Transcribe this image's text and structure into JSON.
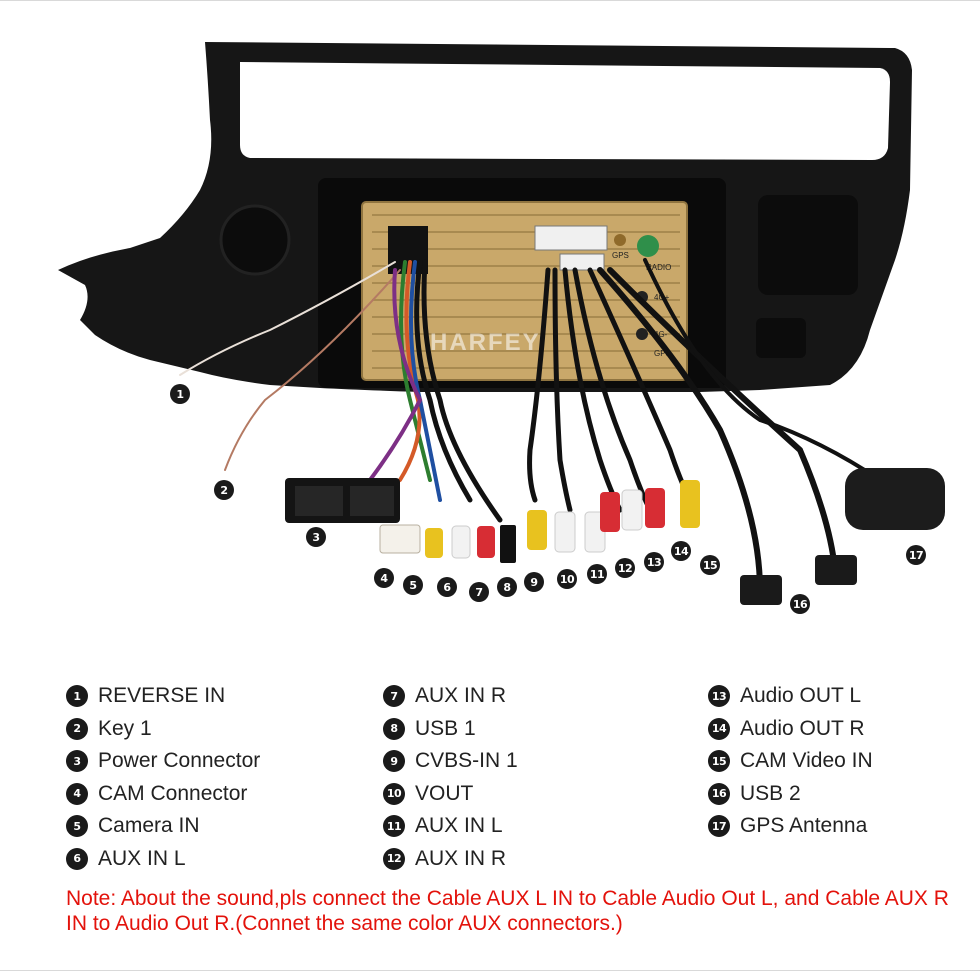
{
  "watermark": "HARFEY",
  "unit_labels": {
    "gps": "GPS",
    "radio": "RADIO",
    "four_g_plus": "4G+",
    "four_g_minus": "4G-",
    "gps_lower": "GPS"
  },
  "callouts": [
    "1",
    "2",
    "3",
    "4",
    "5",
    "6",
    "7",
    "8",
    "9",
    "10",
    "11",
    "12",
    "13",
    "14",
    "15",
    "16",
    "17"
  ],
  "legend": {
    "col1": [
      {
        "num": "1",
        "label": "REVERSE IN"
      },
      {
        "num": "2",
        "label": "Key 1"
      },
      {
        "num": "3",
        "label": "Power Connector"
      },
      {
        "num": "4",
        "label": "CAM Connector"
      },
      {
        "num": "5",
        "label": "Camera IN"
      },
      {
        "num": "6",
        "label": "AUX IN L"
      }
    ],
    "col2": [
      {
        "num": "7",
        "label": "AUX IN R"
      },
      {
        "num": "8",
        "label": "USB 1"
      },
      {
        "num": "9",
        "label": "CVBS-IN 1"
      },
      {
        "num": "10",
        "label": "VOUT"
      },
      {
        "num": "11",
        "label": "AUX IN L"
      },
      {
        "num": "12",
        "label": "AUX IN R"
      }
    ],
    "col3": [
      {
        "num": "13",
        "label": "Audio OUT L"
      },
      {
        "num": "14",
        "label": "Audio OUT R"
      },
      {
        "num": "15",
        "label": "CAM Video IN"
      },
      {
        "num": "16",
        "label": "USB 2"
      },
      {
        "num": "17",
        "label": "GPS Antenna"
      }
    ]
  },
  "note": "Note: About the sound,pls connect the Cable AUX L IN to Cable Audio Out L, and Cable AUX R IN to Audio Out R.(Connet the same color AUX connectors.)",
  "colors": {
    "note": "#e3120b",
    "badge": "#1a1a1a",
    "panel": "#161616",
    "unit": "#c9a86a"
  }
}
